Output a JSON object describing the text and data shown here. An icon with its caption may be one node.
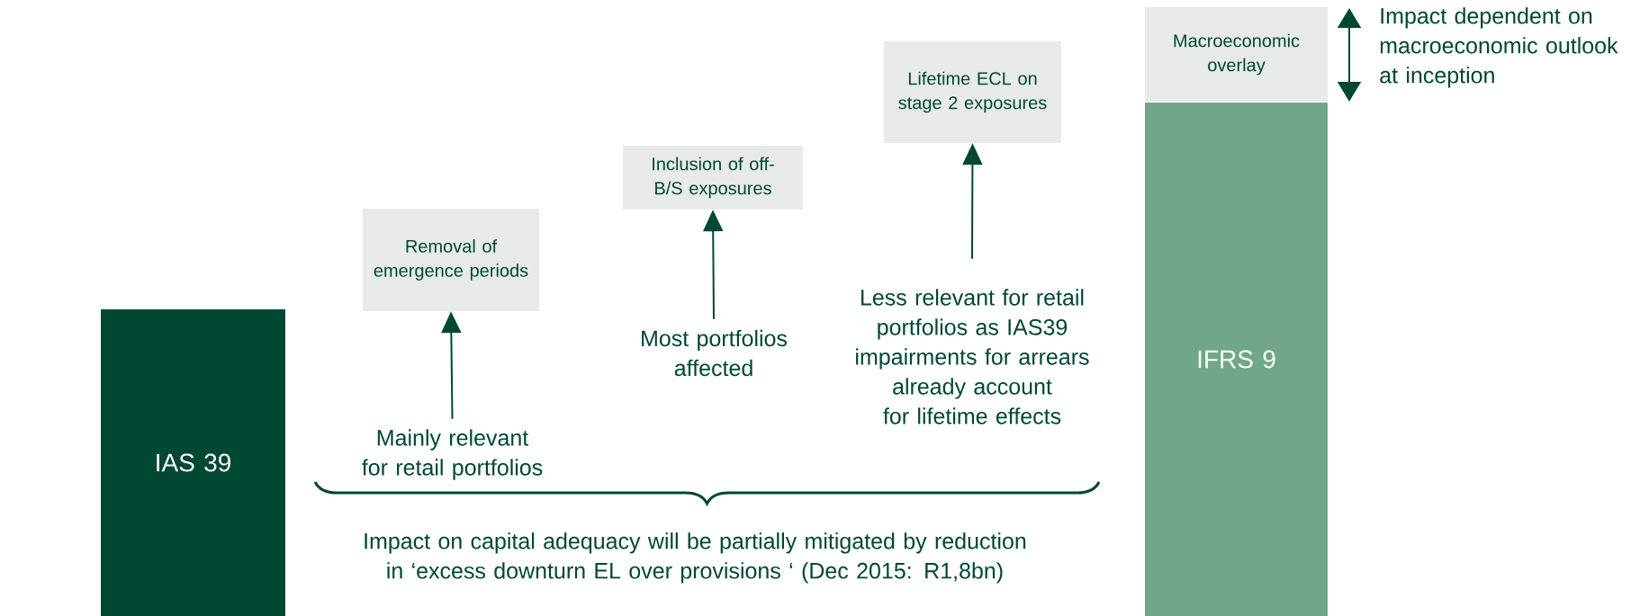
{
  "diagram": {
    "nodes": [
      {
        "text": [
          "IAS 39"
        ]
      },
      {
        "text": [
          "Removal of emergence periods"
        ]
      },
      {
        "text": [
          "Mainly relevant for retail portfolios"
        ]
      },
      {
        "text": [
          "Inclusion of off-B/S exposures"
        ]
      },
      {
        "text": [
          "Most portfolios affected"
        ]
      },
      {
        "text": [
          "Lifetime ECL on stage 2 exposures"
        ]
      },
      {
        "text": [
          "Less relevant for retail portfolios as IAS39 impairments for arrears already account for lifetime effects"
        ]
      },
      {
        "text": [
          "IFRS 9"
        ]
      },
      {
        "text": [
          "Macroeconomic overlay"
        ],
        "beside": [
          "Impact dependent on macroeconomic outlook at inception"
        ]
      }
    ],
    "edges": [
      {
        "from": 2,
        "to": 1,
        "arrow": "to"
      },
      {
        "from": 4,
        "to": 3,
        "arrow": "to"
      },
      {
        "from": 6,
        "to": 5,
        "arrow": "to"
      }
    ],
    "labels": [
      "Impact on capital adequacy will be partially mitigated by reduction in ‘excess downturn EL over provisions ‘ (Dec 2015: R1,8bn)"
    ]
  }
}
